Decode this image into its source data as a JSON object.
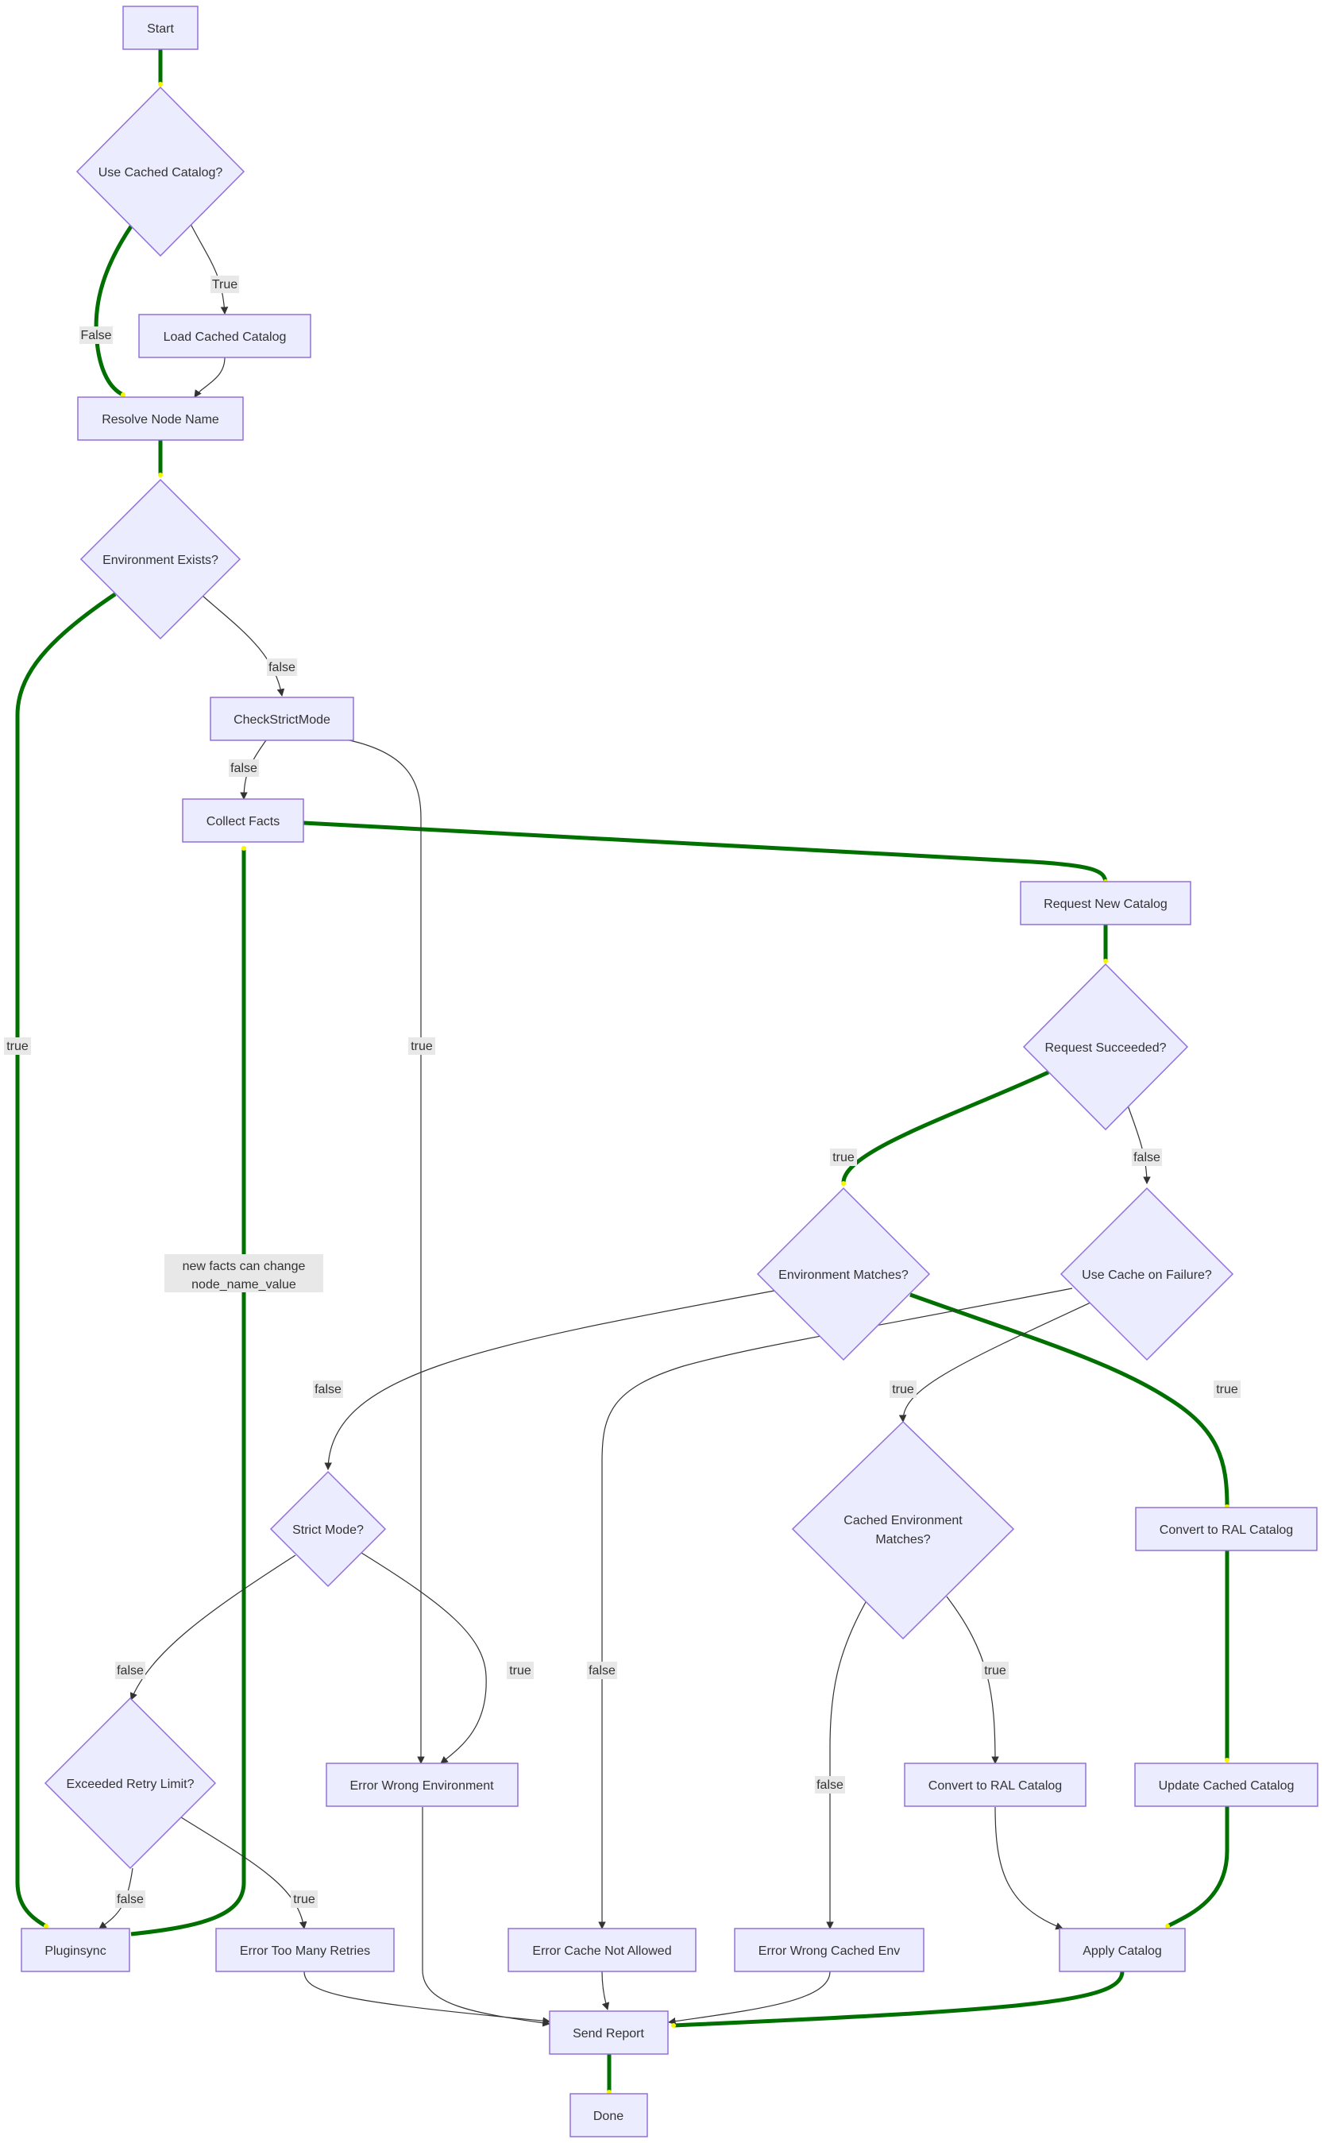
{
  "nodes": {
    "start": "Start",
    "use_cached_catalog": "Use Cached Catalog?",
    "load_cached_catalog": "Load Cached Catalog",
    "resolve_node_name": "Resolve Node Name",
    "environment_exists": "Environment Exists?",
    "check_strict_mode": "CheckStrictMode",
    "collect_facts": "Collect Facts",
    "request_new_catalog": "Request New Catalog",
    "request_succeeded": "Request Succeeded?",
    "environment_matches": "Environment Matches?",
    "use_cache_on_failure": "Use Cache on Failure?",
    "strict_mode": "Strict Mode?",
    "cached_environment_matches_line1": "Cached Environment",
    "cached_environment_matches_line2": "Matches?",
    "convert_to_ral_catalog_right": "Convert to RAL Catalog",
    "exceeded_retry_limit": "Exceeded Retry Limit?",
    "error_wrong_environment": "Error Wrong Environment",
    "convert_to_ral_catalog_mid": "Convert to RAL Catalog",
    "update_cached_catalog": "Update Cached Catalog",
    "pluginsync": "Pluginsync",
    "error_too_many_retries": "Error Too Many Retries",
    "error_cache_not_allowed": "Error Cache Not Allowed",
    "error_wrong_cached_env": "Error Wrong Cached Env",
    "apply_catalog": "Apply Catalog",
    "send_report": "Send Report",
    "done": "Done"
  },
  "edge_labels": {
    "true_cached": "True",
    "false_cached": "False",
    "false_env_exists": "false",
    "true_env_exists": "true",
    "false_check_strict": "false",
    "true_check_strict": "true",
    "true_request": "true",
    "false_request": "false",
    "false_env_matches": "false",
    "true_env_matches": "true",
    "true_use_cache": "true",
    "false_strict": "false",
    "true_strict": "true",
    "false_use_cache": "false",
    "true_cached_env": "true",
    "false_cached_env": "false",
    "false_retry": "false",
    "true_retry": "true"
  },
  "note": {
    "line1": "new facts can change",
    "line2": "node_name_value"
  },
  "colors": {
    "node_fill": "#ECECFF",
    "node_stroke": "#9370DB",
    "highlight_edge": "#007000",
    "normal_edge": "#333333",
    "label_bg": "#e8e8e8"
  }
}
